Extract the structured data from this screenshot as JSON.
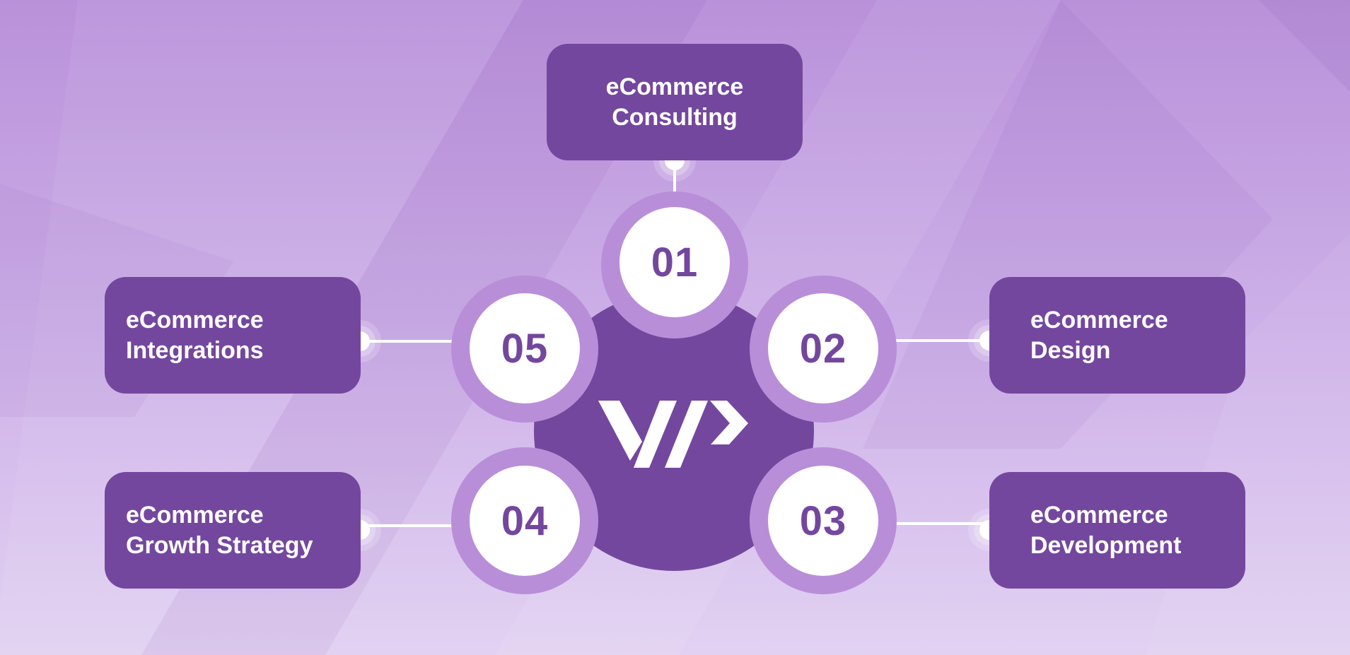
{
  "colors": {
    "box": "#74479f",
    "center": "#74479f",
    "ring": "#b98ed8",
    "number_text": "#74479f",
    "label_text": "#ffffff",
    "connector": "#ffffff"
  },
  "center": {
    "logo_icon": "vp-logo-icon"
  },
  "steps": [
    {
      "number": "01",
      "line1": "eCommerce",
      "line2": "Consulting"
    },
    {
      "number": "02",
      "line1": "eCommerce",
      "line2": "Design"
    },
    {
      "number": "03",
      "line1": "eCommerce",
      "line2": "Development"
    },
    {
      "number": "04",
      "line1": "eCommerce",
      "line2": "Growth Strategy"
    },
    {
      "number": "05",
      "line1": "eCommerce",
      "line2": "Integrations"
    }
  ]
}
